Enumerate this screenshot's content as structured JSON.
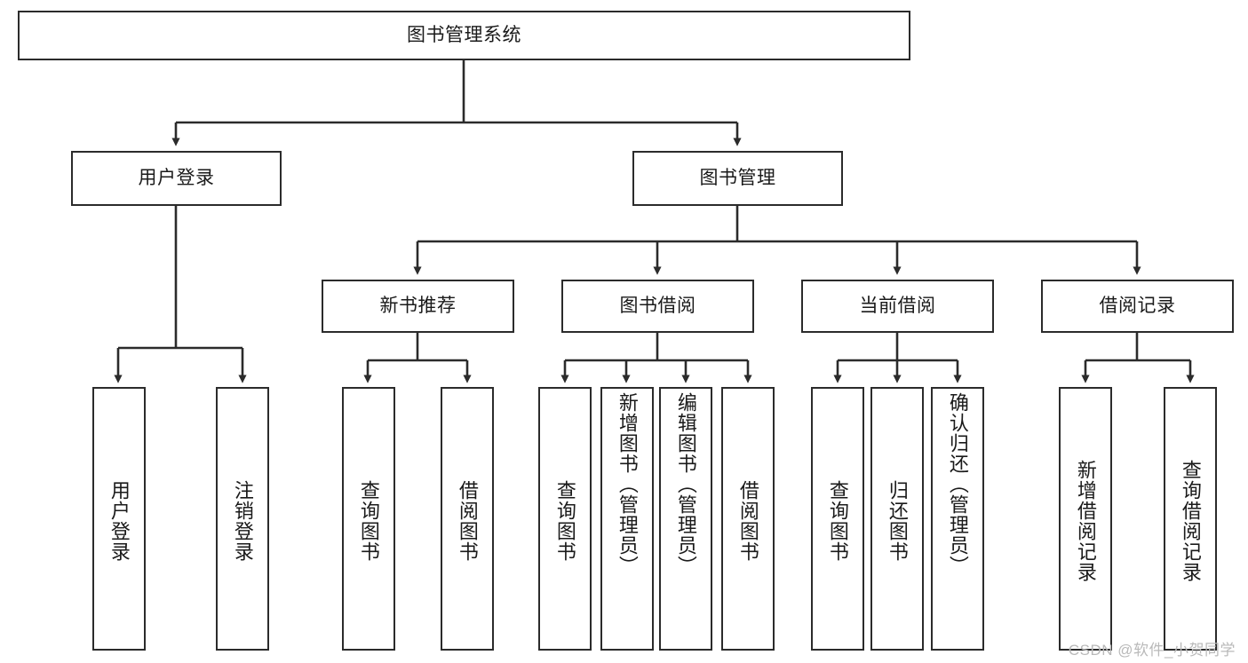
{
  "diagram": {
    "type": "tree",
    "title": "图书管理系统",
    "watermark": "CSDN @软件_小贺同学",
    "root": {
      "label": "图书管理系统"
    },
    "level2": [
      {
        "label": "用户登录"
      },
      {
        "label": "图书管理"
      }
    ],
    "level3": [
      {
        "label": "新书推荐"
      },
      {
        "label": "图书借阅"
      },
      {
        "label": "当前借阅"
      },
      {
        "label": "借阅记录"
      }
    ],
    "leaves": {
      "user_login": [
        {
          "label": "用户登录"
        },
        {
          "label": "注销登录"
        }
      ],
      "new_book_recommend": [
        {
          "label": "查询图书"
        },
        {
          "label": "借阅图书"
        }
      ],
      "book_borrow": [
        {
          "label": "查询图书"
        },
        {
          "label": "新增图书（管理员）"
        },
        {
          "label": "编辑图书（管理员）"
        },
        {
          "label": "借阅图书"
        }
      ],
      "current_borrow": [
        {
          "label": "查询图书"
        },
        {
          "label": "归还图书"
        },
        {
          "label": "确认归还（管理员）"
        }
      ],
      "borrow_record": [
        {
          "label": "新增借阅记录"
        },
        {
          "label": "查询借阅记录"
        }
      ]
    },
    "colors": {
      "line": "#2b2b2b",
      "box_border": "#2b2b2b",
      "box_fill": "#ffffff",
      "text": "#1a1a1a",
      "watermark": "#b9b9b9"
    }
  }
}
